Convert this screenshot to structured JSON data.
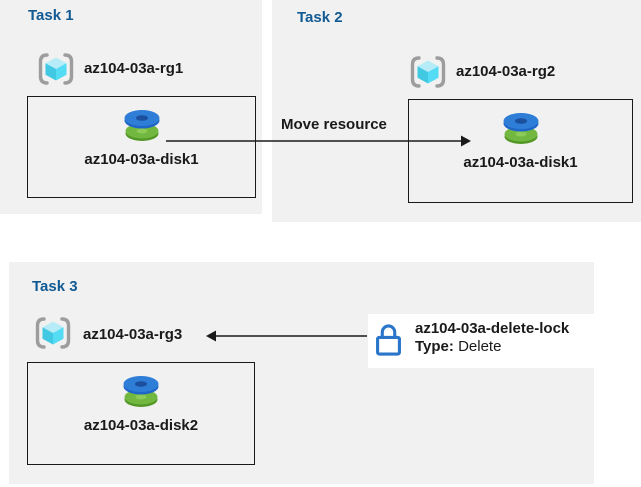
{
  "colors": {
    "panel_bg": "#f1f1f1",
    "title_blue": "#115a93",
    "arrow_black": "#1a1a1a",
    "bracket_gray": "#9d9d9d",
    "cube_top": "#b5ecf7",
    "cube_left": "#41c8e3",
    "cube_right": "#54dcf4",
    "disk_blue": "#2e7dd7",
    "disk_blue_dark": "#1f66c9",
    "disk_blue_hole": "#1c4f9e",
    "disk_green": "#72b840",
    "disk_green_dark": "#539726",
    "disk_green_hole": "#8ccb57",
    "lock_blue": "#2a75c9"
  },
  "tasks": [
    {
      "title": "Task 1",
      "resource_group": "az104-03a-rg1",
      "disk": "az104-03a-disk1"
    },
    {
      "title": "Task 2",
      "resource_group": "az104-03a-rg2",
      "disk": "az104-03a-disk1"
    },
    {
      "title": "Task 3",
      "resource_group": "az104-03a-rg3",
      "disk": "az104-03a-disk2"
    }
  ],
  "move_arrow": {
    "label": "Move resource"
  },
  "lock": {
    "name": "az104-03a-delete-lock",
    "type_label": "Type:",
    "type_value": "Delete"
  },
  "icons": {
    "resource_group": "resource-group-icon",
    "disk": "managed-disk-icon",
    "lock": "lock-icon"
  }
}
